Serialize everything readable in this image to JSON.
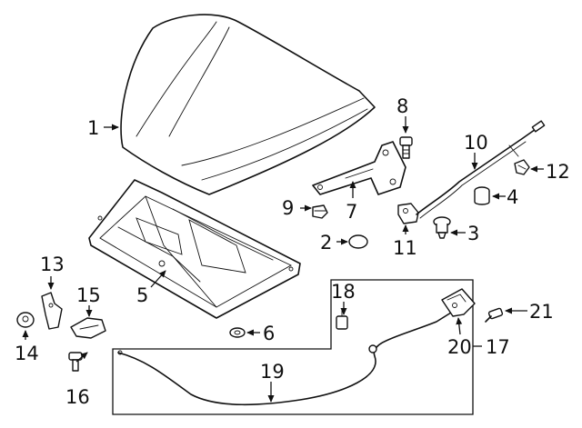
{
  "callouts": {
    "c1": "1",
    "c2": "2",
    "c3": "3",
    "c4": "4",
    "c5": "5",
    "c6": "6",
    "c7": "7",
    "c8": "8",
    "c9": "9",
    "c10": "10",
    "c11": "11",
    "c12": "12",
    "c13": "13",
    "c14": "14",
    "c15": "15",
    "c16": "16",
    "c17": "17",
    "c18": "18",
    "c19": "19",
    "c20": "20",
    "c21": "21"
  },
  "icons": {
    "hood": "hood-panel-icon",
    "insulator": "hood-insulator-icon",
    "hinge": "hood-hinge-icon",
    "prop_rod": "prop-rod-icon",
    "release_cable": "release-cable-icon",
    "latch": "hood-latch-icon"
  }
}
